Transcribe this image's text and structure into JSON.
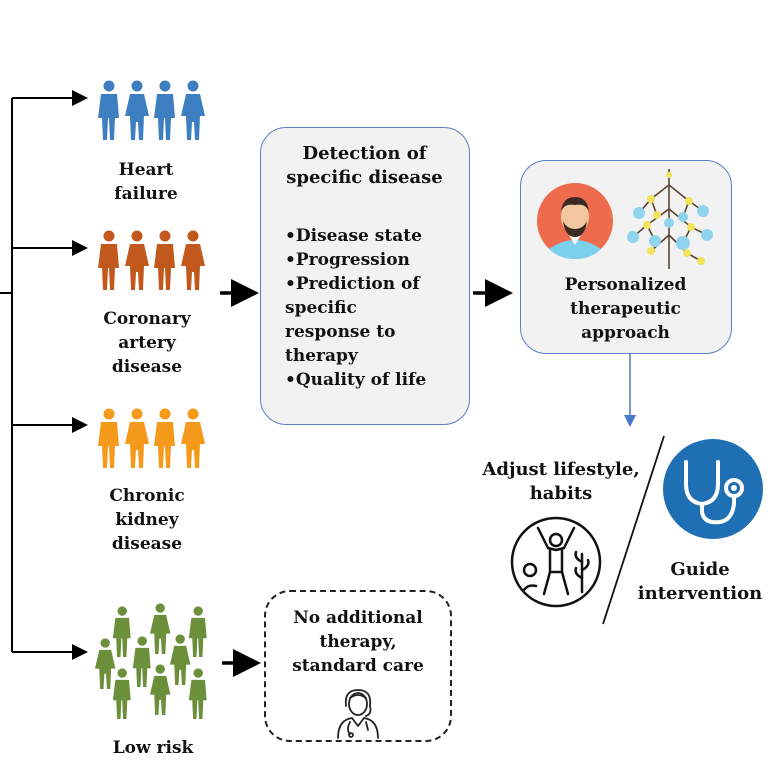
{
  "groups": [
    {
      "label_lines": [
        "Heart",
        "failure"
      ],
      "color": "#3d7fc1",
      "icon": "people-icon-blue"
    },
    {
      "label_lines": [
        "Coronary",
        "artery",
        "disease"
      ],
      "color": "#c2591c",
      "icon": "people-icon-brown"
    },
    {
      "label_lines": [
        "Chronic",
        "kidney",
        "disease"
      ],
      "color": "#f59a1b",
      "icon": "people-icon-orange"
    },
    {
      "label_lines": [
        "Low risk"
      ],
      "color": "#6b8f3a",
      "icon": "crowd-icon-green"
    }
  ],
  "detection_box": {
    "title_lines": [
      "Detection of",
      "specific disease"
    ],
    "items": [
      "•Disease state",
      "•Progression",
      "•Prediction of",
      "specific",
      "response to",
      "therapy",
      "•Quality of life"
    ]
  },
  "personalized_box": {
    "label_lines": [
      "Personalized",
      "therapeutic",
      "approach"
    ],
    "icons": [
      "doctor-avatar-icon",
      "network-tree-icon"
    ]
  },
  "lifestyle": {
    "label_lines": [
      "Adjust lifestyle,",
      "habits"
    ],
    "icon": "exercise-icon"
  },
  "intervention": {
    "label_lines": [
      "Guide",
      "intervention"
    ],
    "icon": "stethoscope-icon"
  },
  "standard_care": {
    "label_lines": [
      "No additional",
      "therapy,",
      "standard care"
    ],
    "icon": "nurse-icon"
  },
  "colors": {
    "box_border": "#5b7fc4",
    "box_fill": "#f2f2f2",
    "stethoscope_bg": "#1f6fb5",
    "avatar_bg": "#ee6b4d"
  }
}
